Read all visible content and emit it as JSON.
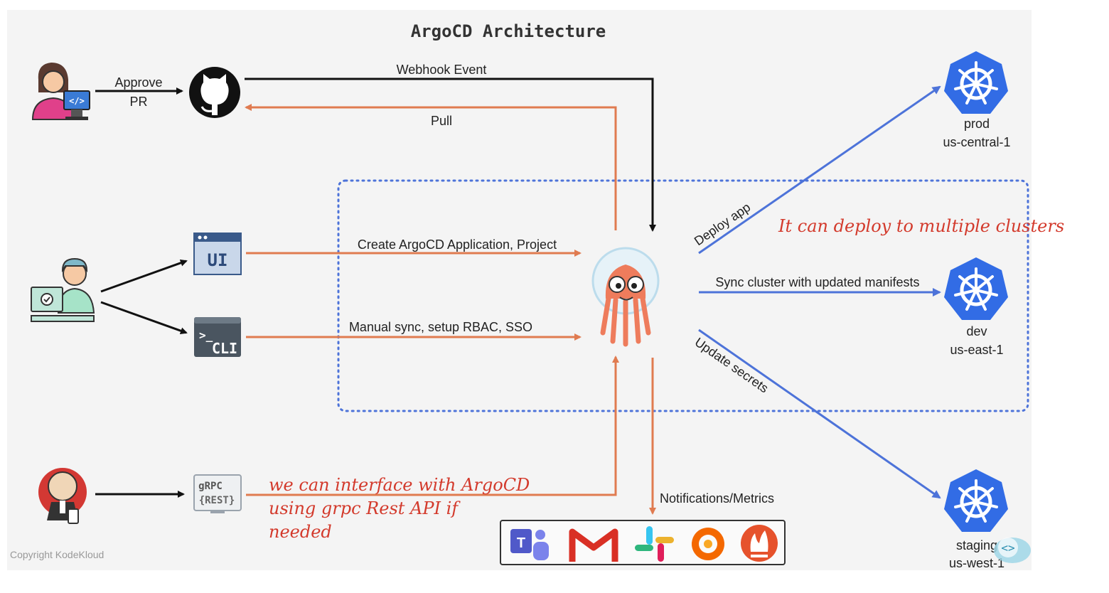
{
  "title": "ArgoCD Architecture",
  "edges": {
    "approve_pr": [
      "Approve",
      "PR"
    ],
    "webhook": "Webhook Event",
    "pull": "Pull",
    "create_app": "Create ArgoCD Application, Project",
    "manual_sync": "Manual sync, setup RBAC, SSO",
    "deploy_app": "Deploy app",
    "sync_cluster": "Sync cluster with updated manifests",
    "update_secrets": "Update secrets",
    "notifications": "Notifications/Metrics"
  },
  "clients": {
    "ui_label": "UI",
    "cli_label": "CLI",
    "grpc_label": "gRPC",
    "rest_label": "{REST}"
  },
  "clusters": [
    {
      "name": "prod",
      "region": "us-central-1"
    },
    {
      "name": "dev",
      "region": "us-east-1"
    },
    {
      "name": "staging",
      "region": "us-west-1"
    }
  ],
  "annotations": {
    "multi_cluster": "It can deploy to multiple clusters",
    "grpc_note": [
      "we can interface with ArgoCD",
      "using grpc Rest API if",
      "needed"
    ]
  },
  "notification_tools": [
    "teams-icon",
    "gmail-icon",
    "slack-icon",
    "grafana-icon",
    "prometheus-icon"
  ],
  "colors": {
    "orange": "#e07b50",
    "blue": "#4d73d9",
    "black": "#111111",
    "k8s": "#326ce5",
    "annotation_red": "#d33a2c"
  },
  "copyright": "Copyright KodeKloud"
}
